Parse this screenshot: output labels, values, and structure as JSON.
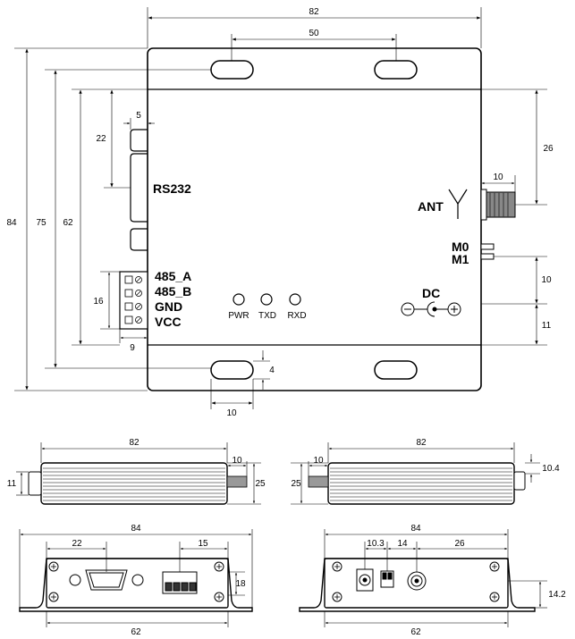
{
  "top_view": {
    "dims": {
      "width": "82",
      "hole_spacing": "50",
      "height": "84",
      "body_height": "75",
      "side_span": "62",
      "rs232_offset": "22",
      "rs232_width": "5",
      "terminal_height": "16",
      "terminal_width": "9",
      "slot_height": "4",
      "slot_width": "10",
      "ant_offset": "26",
      "ant_length": "10",
      "m_gap": "10",
      "dc_offset": "11"
    },
    "labels": {
      "rs232": "RS232",
      "p485a": "485_A",
      "p485b": "485_B",
      "gnd": "GND",
      "vcc": "VCC",
      "ant": "ANT",
      "m0": "M0",
      "m1": "M1",
      "dc": "DC",
      "pwr": "PWR",
      "txd": "TXD",
      "rxd": "RXD"
    }
  },
  "side_left": {
    "width": "82",
    "height": "25",
    "offset": "11",
    "ant_len": "10"
  },
  "side_right": {
    "width": "82",
    "height": "25",
    "ant_len": "10",
    "offset": "10.4"
  },
  "front_left": {
    "width": "84",
    "db9_offset": "22",
    "terminal_offset": "15",
    "height": "18",
    "base": "62"
  },
  "front_right": {
    "width": "84",
    "dc_offset": "10.3",
    "switch_offset": "14",
    "sma_offset": "26",
    "height": "14.2",
    "base": "62"
  }
}
